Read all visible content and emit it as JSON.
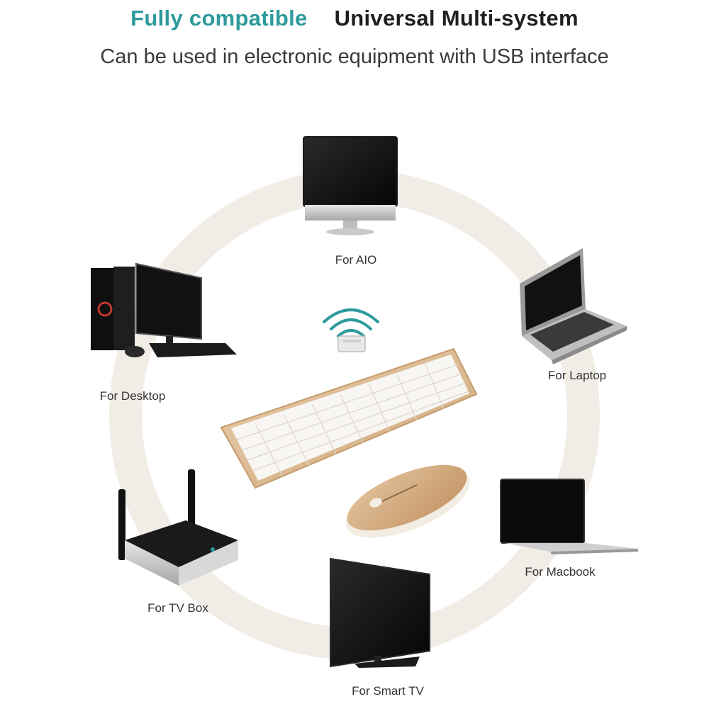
{
  "header": {
    "headline_accent": "Fully compatible",
    "headline_main": "Universal Multi-system",
    "subline": "Can be used in electronic equipment with USB interface"
  },
  "devices": {
    "aio": "For AIO",
    "laptop": "For Laptop",
    "desktop": "For Desktop",
    "macbook": "For Macbook",
    "tv_box": "For TV Box",
    "smart_tv": "For Smart TV"
  },
  "colors": {
    "accent": "#2e9a9c",
    "ring": "#f1ede6",
    "gold": "#d7b58d"
  }
}
